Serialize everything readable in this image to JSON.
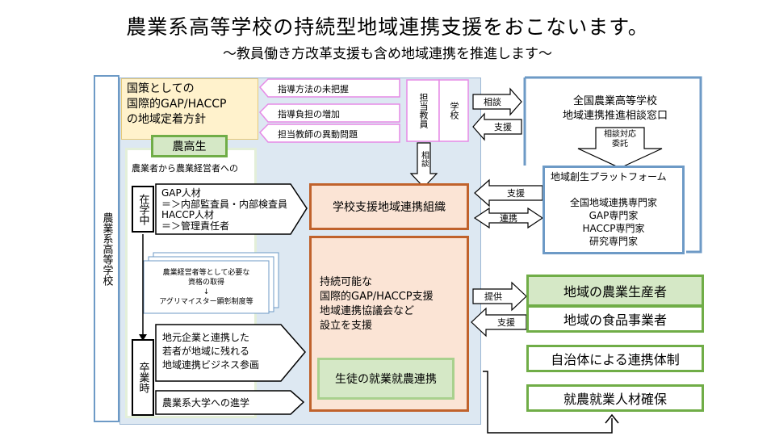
{
  "title": "農業系高等学校の持続型地域連携支援をおこないます。",
  "subtitle": "〜教員働き方改革支援も含め地域連携を推進します〜",
  "left_column": {
    "label": "農業系高等学校"
  },
  "policy_box": {
    "text": "国策としての\n国際的GAP/HACCP\nの地域定着方針"
  },
  "student_box": {
    "header": "農高生",
    "desc": "農業者から農業経営者への",
    "in_school": "在学中",
    "items": "GAP人材\n＝＞内部監査員・内部検査員\nHACCP人材\n＝＞管理責任者",
    "doc_text": "農業経営者等として必要な\n資格の取得\n↓\nアグリマイスター顕彰制度等",
    "graduation": "卒業時",
    "career1": "地元企業と連携した\n若者が地域に残れる\n地域連携ビジネス参画",
    "career2": "農業系大学への進学"
  },
  "issues": [
    "指導方法の未把握",
    "指導負担の増加",
    "担当教師の異動問題"
  ],
  "teacher": "担当教員",
  "school": "学校",
  "consult_down": "相談",
  "org_box": "学校支援地域連携組織",
  "support_box": "持続可能な\n国際的GAP/HACCP支援\n地域連携協議会など\n設立を支援",
  "employment_box": "生徒の就業就農連携",
  "arrows": {
    "consult": "相談",
    "support_top": "支援",
    "support_mid": "支援",
    "link": "連携",
    "provide": "提供",
    "support_bottom": "支援"
  },
  "national": {
    "title": "全国農業高等学校\n地域連携推進相談窓口",
    "delegate": "相談対応\n委託"
  },
  "platform": {
    "title": "地域創生プラットフォーム",
    "members": "全国地域連携専門家\nGAP専門家\nHACCP専門家\n研究専門家"
  },
  "right_boxes": [
    "地域の農業生産者",
    "地域の食品事業者",
    "自治体による連携体制",
    "就農就業人材確保"
  ],
  "colors": {
    "blue_border": "#6d9ac6",
    "light_blue_fill": "#dde8f2",
    "orange_border": "#c0622c",
    "orange_fill": "#fbe4d5",
    "green_border": "#70ad47",
    "green_fill": "#d5e8c6",
    "yellow_fill": "#fff2cc",
    "pink_border": "#e68ae6"
  }
}
